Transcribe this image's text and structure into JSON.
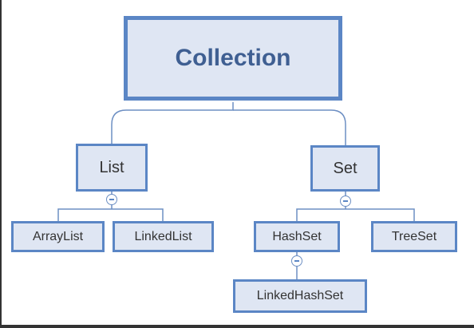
{
  "diagram": {
    "nodes": {
      "collection": "Collection",
      "list": "List",
      "set": "Set",
      "arraylist": "ArrayList",
      "linkedlist": "LinkedList",
      "hashset": "HashSet",
      "treeset": "TreeSet",
      "linkedhashset": "LinkedHashSet"
    },
    "edges": [
      [
        "collection",
        "list"
      ],
      [
        "collection",
        "set"
      ],
      [
        "list",
        "arraylist"
      ],
      [
        "list",
        "linkedlist"
      ],
      [
        "set",
        "hashset"
      ],
      [
        "set",
        "treeset"
      ],
      [
        "hashset",
        "linkedhashset"
      ]
    ],
    "colors": {
      "node_fill": "#dfe6f3",
      "node_border": "#5b86c5",
      "root_text": "#3f5f92",
      "text": "#333333",
      "connector": "#6d8fc3"
    }
  }
}
